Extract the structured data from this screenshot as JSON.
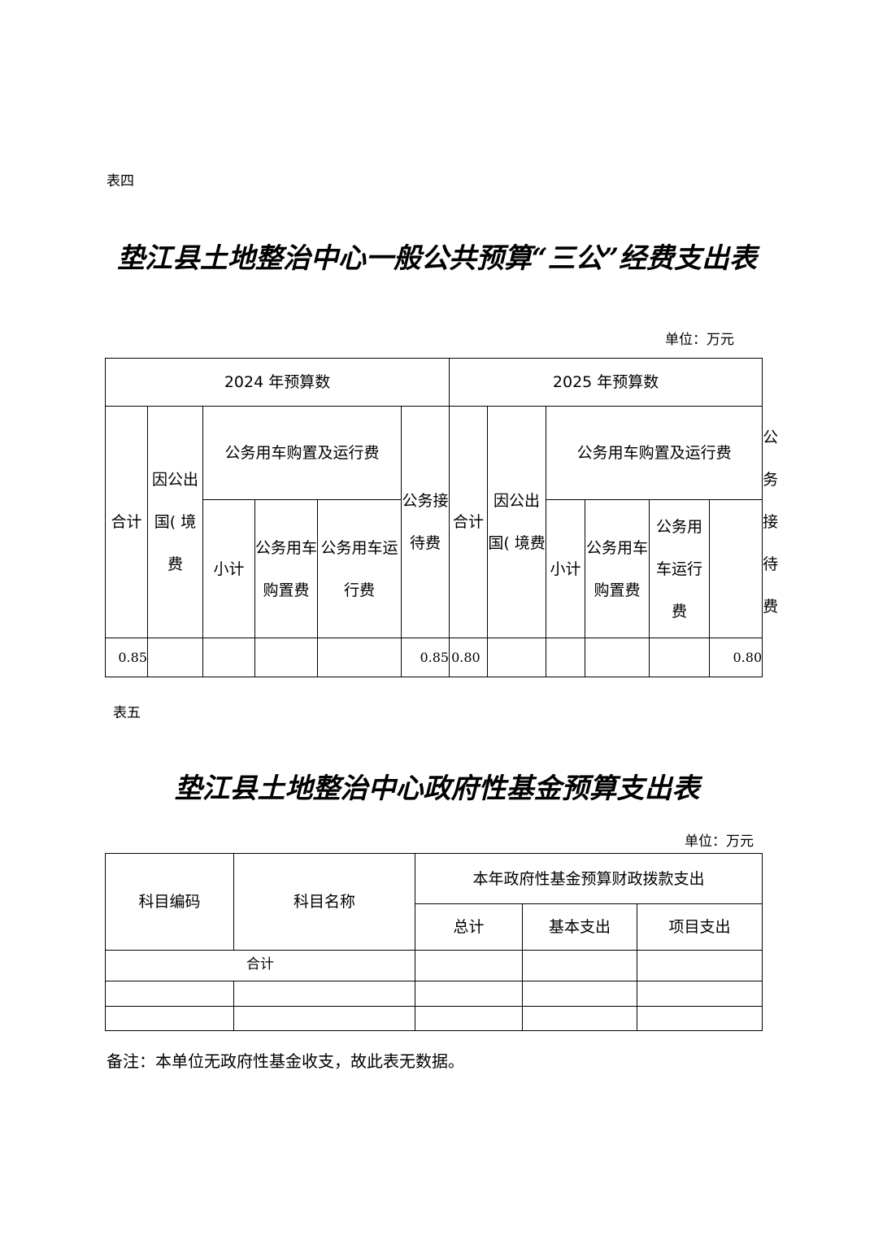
{
  "table4": {
    "label": "表四",
    "title": "垫江县土地整治中心一般公共预算“三公”经费支出表",
    "unit": "单位：万元",
    "year1": "2024 年预算数",
    "year2": "2025 年预算数",
    "col_total": "合计",
    "col_abroad": "因公出国( 境费",
    "col_vehicle": "公务用车购置及运行费",
    "col_subtotal": "小计",
    "col_purchase": "公务用车购置费",
    "col_run": "公务用车运行费",
    "col_reception": "公务接待费",
    "row": {
      "y1_total": "0.85",
      "y1_reception": "0.85",
      "y2_total": "0.80",
      "y2_reception": "0.80"
    }
  },
  "table5": {
    "label": "表五",
    "title": "垫江县土地整治中心政府性基金预算支出表",
    "unit": "单位：万元",
    "col_code": "科目编码",
    "col_name": "科目名称",
    "col_group": "本年政府性基金预算财政拨款支出",
    "col_sum": "总计",
    "col_basic": "基本支出",
    "col_project": "项目支出",
    "total_label": "合计",
    "note": "备注：本单位无政府性基金收支，故此表无数据。"
  }
}
